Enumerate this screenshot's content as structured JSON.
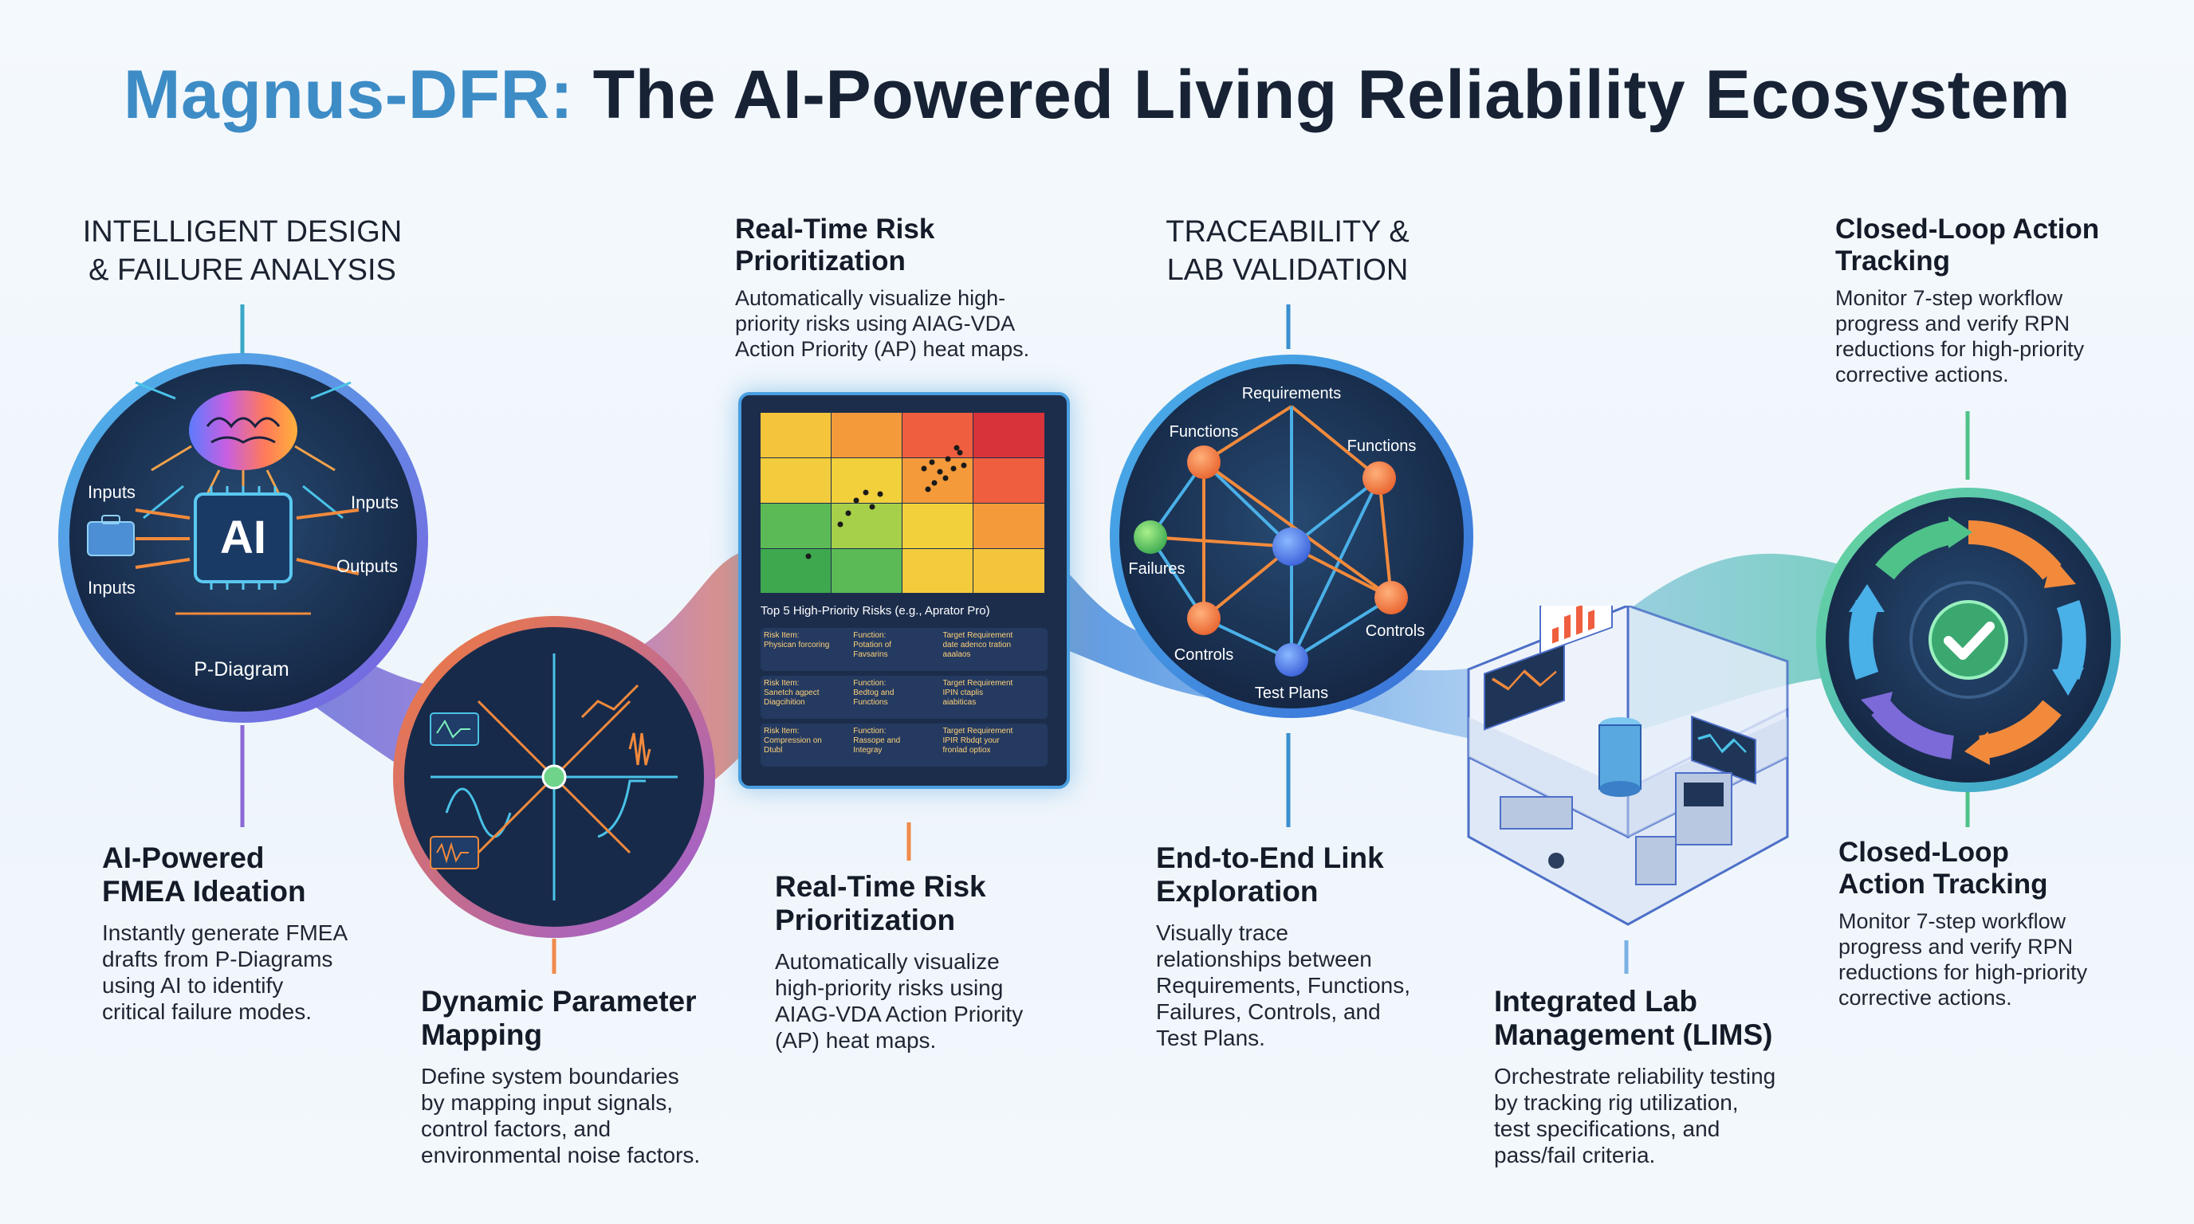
{
  "title": {
    "brand": "Magnus-DFR:",
    "rest": " The AI-Powered Living Reliability Ecosystem"
  },
  "colors": {
    "brand": "#3d8cc6",
    "dark": "#172235",
    "orange": "#f28a3c",
    "purple": "#7b6ad8",
    "green": "#4fc28a"
  },
  "captions": {
    "design": "INTELLIGENT DESIGN\n& FAILURE ANALYSIS",
    "traceability": "TRACEABILITY &\nLAB VALIDATION"
  },
  "callouts": {
    "risk_top": {
      "heading": "Real-Time Risk\nPrioritization",
      "body": "Automatically visualize high-\npriority risks using AIAG-VDA\nAction Priority (AP) heat maps."
    },
    "closed_top": {
      "heading": "Closed-Loop Action\nTracking",
      "body": "Monitor 7-step workflow\nprogress and verify RPN\nreductions for high-priority\ncorrective actions."
    },
    "fmea": {
      "heading": "AI-Powered\nFMEA Ideation",
      "body": "Instantly generate FMEA\ndrafts from P-Diagrams\nusing AI to identify\ncritical failure modes."
    },
    "param": {
      "heading": "Dynamic Parameter\nMapping",
      "body": "Define system boundaries\nby mapping input signals,\ncontrol factors, and\nenvironmental noise factors."
    },
    "risk_bottom": {
      "heading": "Real-Time Risk\nPrioritization",
      "body": "Automatically visualize\nhigh-priority risks using\nAIAG-VDA Action Priority\n(AP) heat maps."
    },
    "link": {
      "heading": "End-to-End Link\nExploration",
      "body": "Visually trace\nrelationships between\nRequirements, Functions,\nFailures, Controls, and\nTest Plans."
    },
    "lims": {
      "heading": "Integrated Lab\nManagement (LIMS)",
      "body": "Orchestrate reliability testing\nby tracking rig utilization,\ntest specifications, and\npass/fail criteria."
    },
    "closed_bottom": {
      "heading": "Closed-Loop\nAction Tracking",
      "body": "Monitor 7-step workflow\nprogress and verify RPN\nreductions for high-priority\ncorrective actions."
    }
  },
  "pdiagram": {
    "chip": "AI",
    "input1": "Inputs",
    "input2": "Inputs",
    "input3": "Inputs",
    "outputs": "Outputs",
    "label": "P-Diagram"
  },
  "heatmap": {
    "title": "Top 5 High-Priority Risks (e.g., Aprator Pro)",
    "rows": [
      {
        "c1": "Risk Item:\nPhysican forcoring",
        "c2": "Function:\nPotation of\nFavsarins",
        "c3": "Target Requirement\ndate adenco tration\naaalaos"
      },
      {
        "c1": "Risk Item:\nSanetch agpect\nDiagcihition",
        "c2": "Function:\nBedtog and\nFunctions",
        "c3": "Target Requirement\nIPIN ctaplis\naiabiticas"
      },
      {
        "c1": "Risk Item:\nCompression on\nDtubl",
        "c2": "Function:\nRassope and\nIntegray",
        "c3": "Target Requirement\nIPIR Rbdqt your\nfronlad optiox"
      }
    ]
  },
  "network": {
    "n1": "Requirements",
    "n2": "Functions",
    "n3": "Functions",
    "n4": "Failures",
    "n5": "Controls",
    "n6": "Controls",
    "n7": "Test Plans"
  }
}
